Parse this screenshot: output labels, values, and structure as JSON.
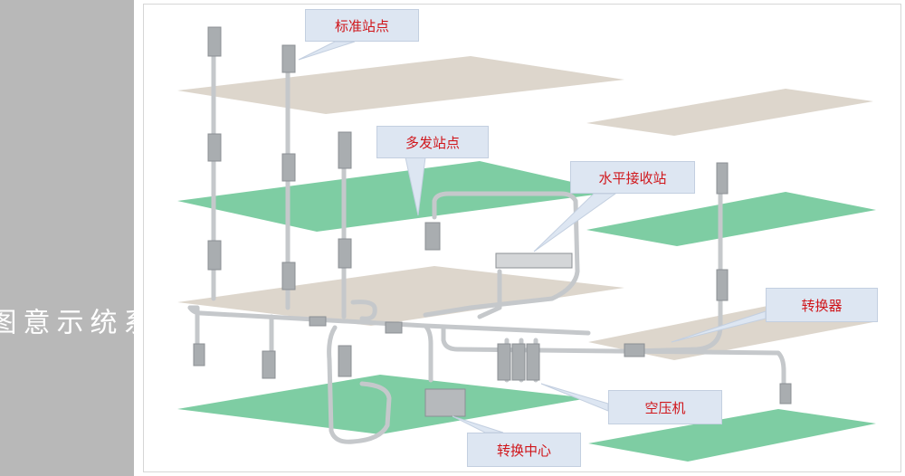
{
  "sidebar": {
    "title": "系统示意图",
    "background": "#b8b8b8"
  },
  "colors": {
    "floor_beige": "#ddd6cc",
    "floor_green": "#7ecda3",
    "pipe": "#c5c8cb",
    "callout_fill": "#dde6f2",
    "label_text": "#d0161b"
  },
  "callouts": {
    "standard_station": "标准站点",
    "multi_send_station": "多发站点",
    "horizontal_receive_station": "水平接收站",
    "converter": "转换器",
    "air_compressor": "空压机",
    "conversion_center": "转换中心"
  }
}
